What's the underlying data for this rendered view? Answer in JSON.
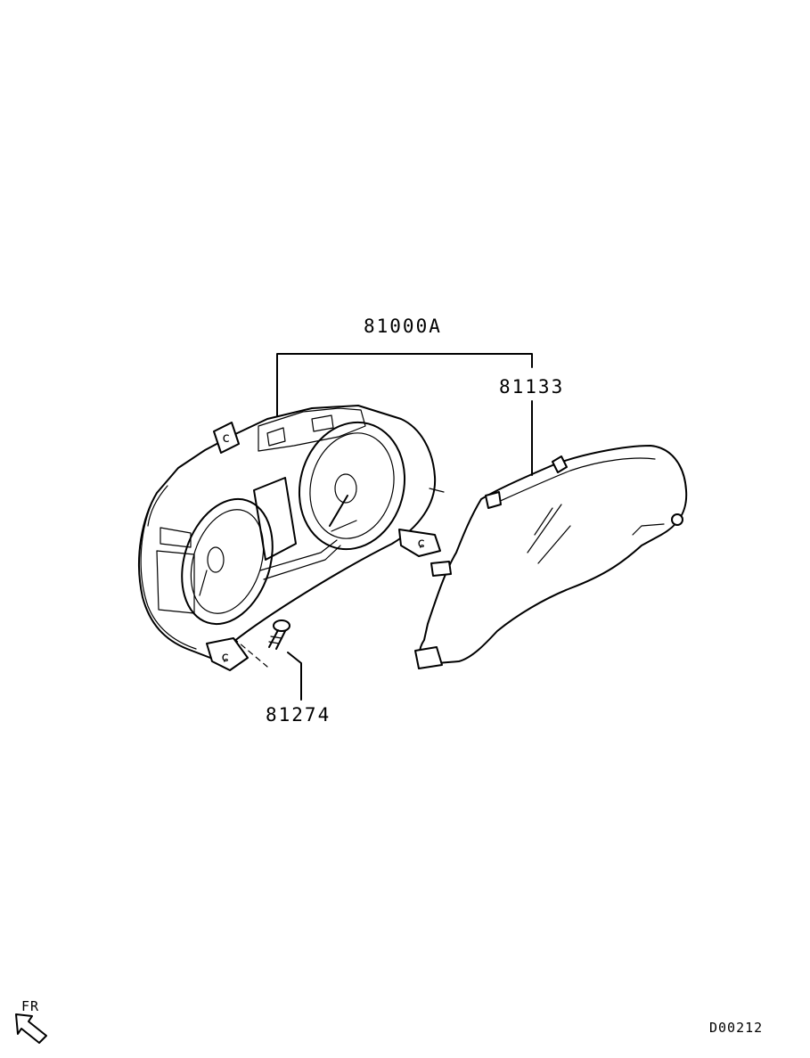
{
  "labels": {
    "assembly": "81000A",
    "cover": "81133",
    "screw": "81274",
    "direction": "FR",
    "diagram_code": "D00212"
  },
  "icons": {
    "direction_arrow": "front-arrow-icon",
    "cluster": "instrument-cluster-illustration",
    "lens": "cluster-lens-cover-illustration",
    "screw": "tapping-screw-illustration"
  }
}
